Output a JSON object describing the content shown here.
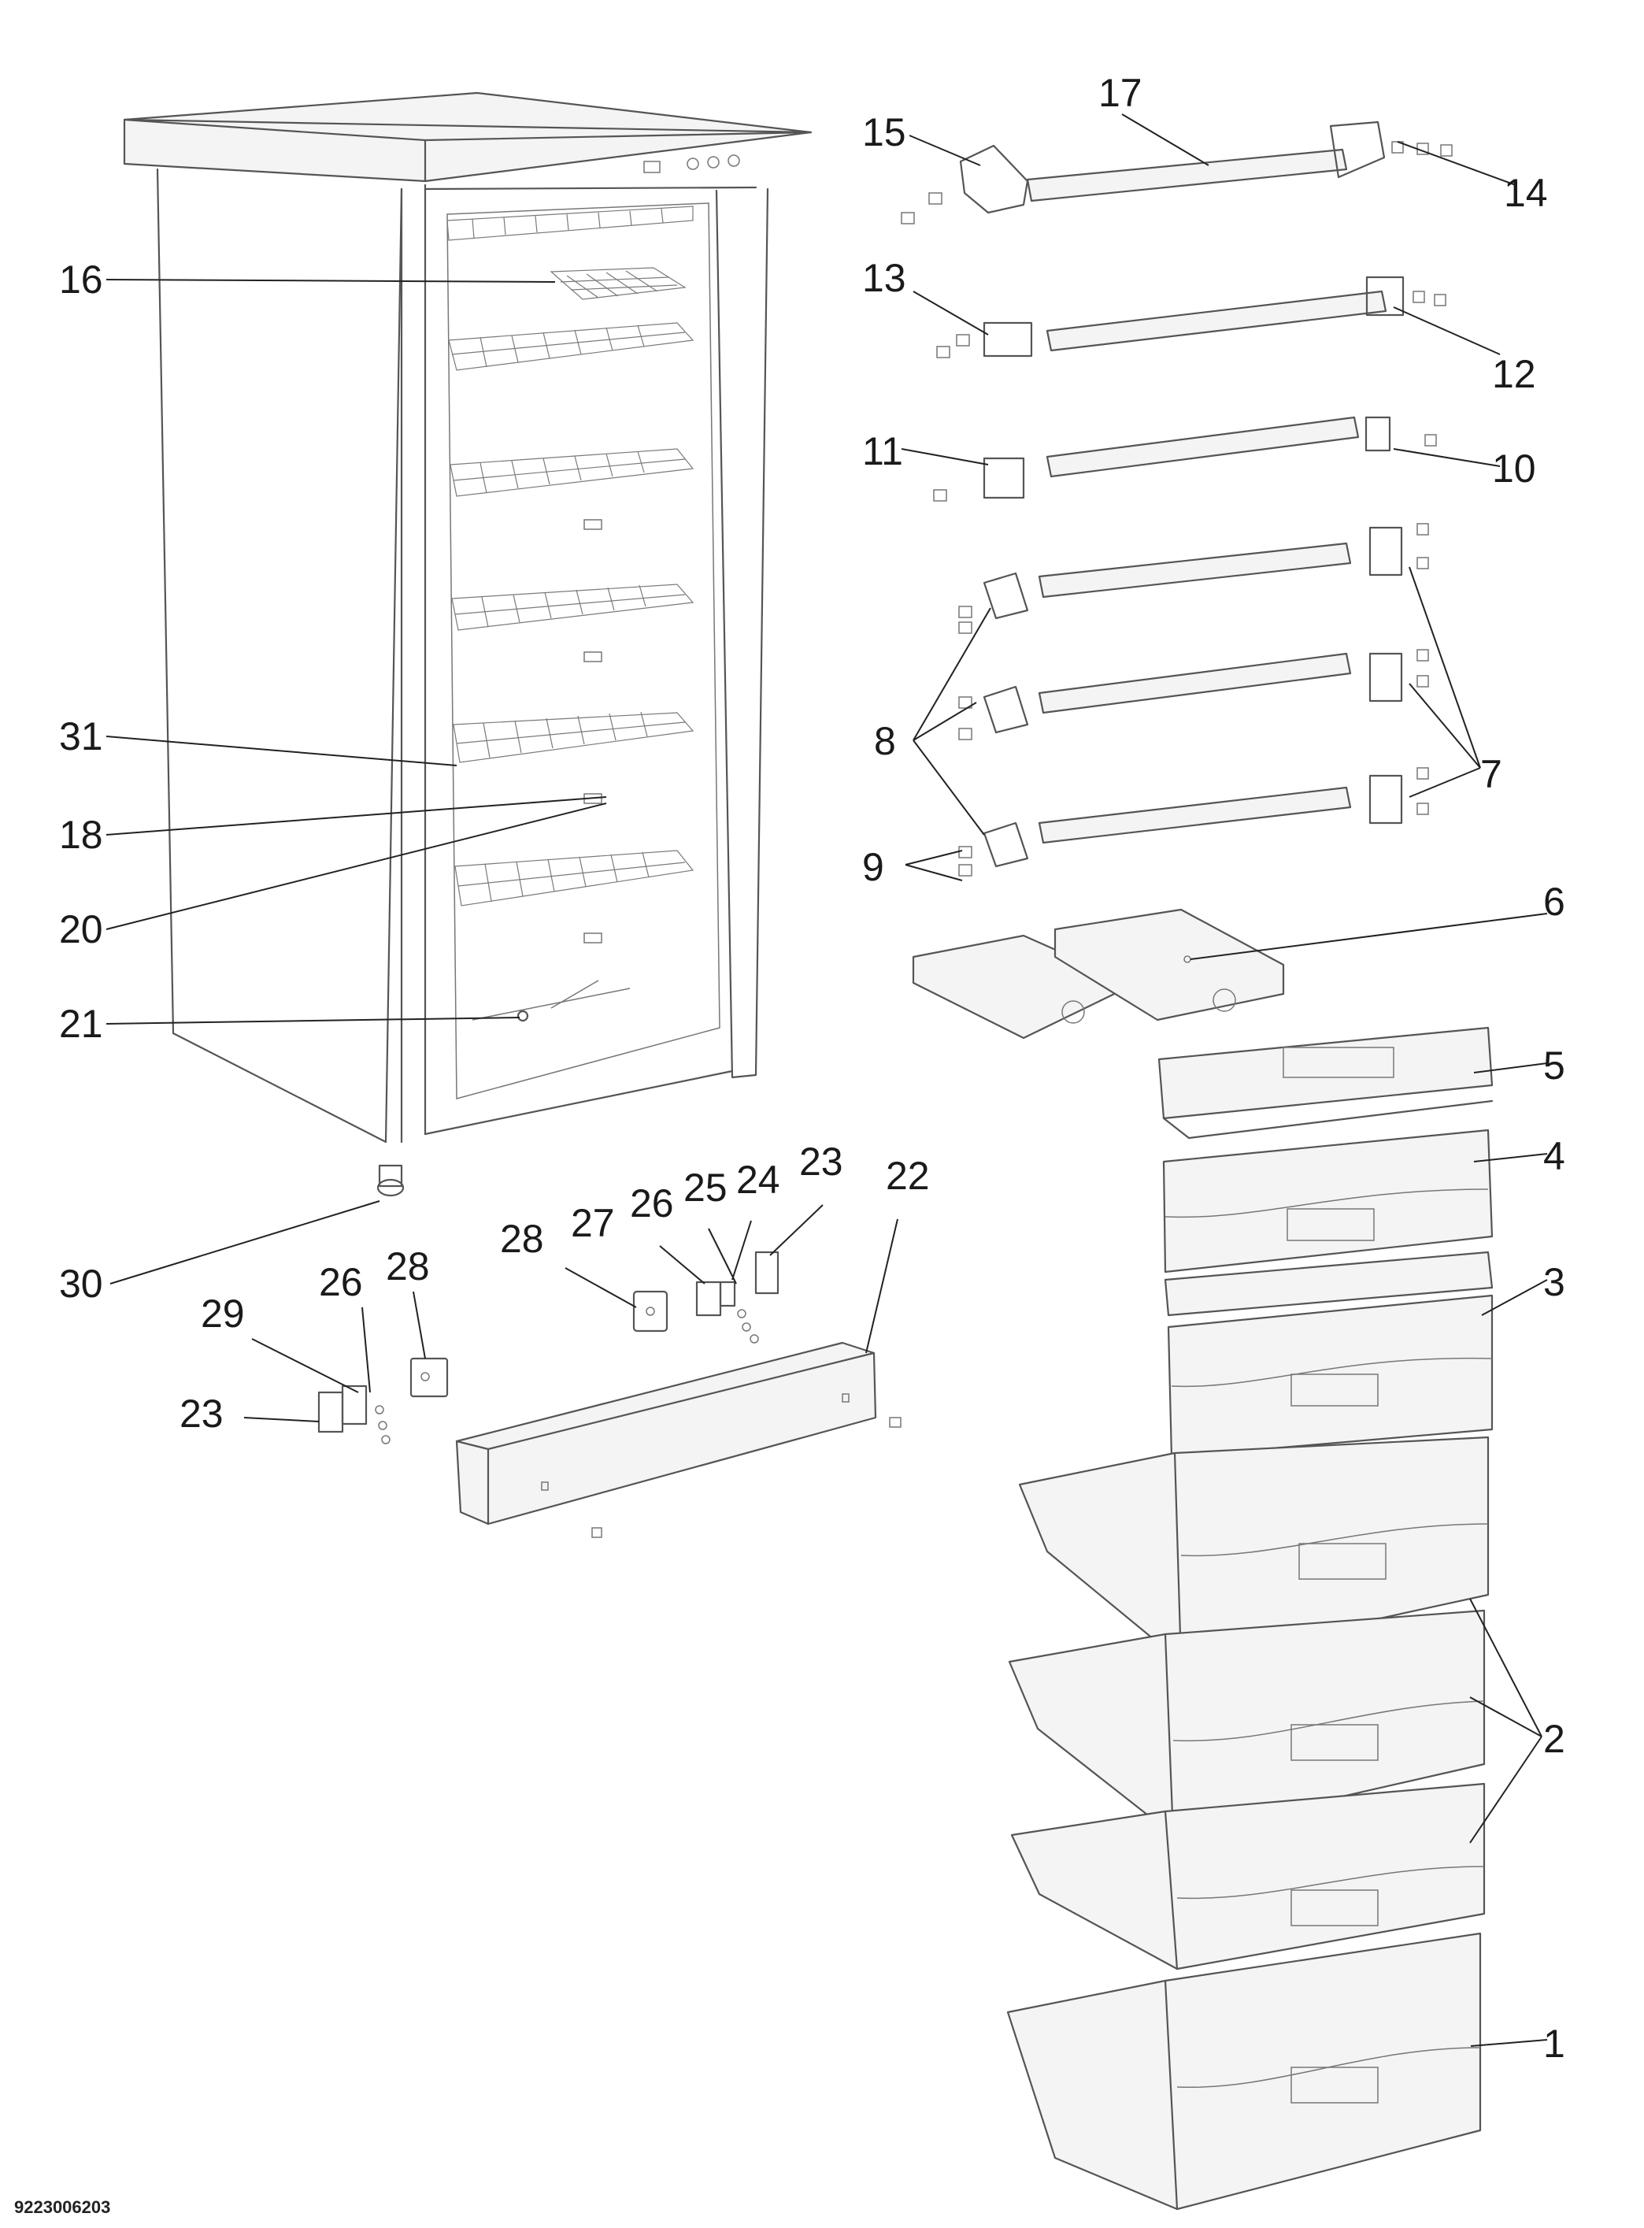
{
  "document_number": "9223006203",
  "callouts": {
    "c1": "1",
    "c2": "2",
    "c3": "3",
    "c4": "4",
    "c5": "5",
    "c6": "6",
    "c7": "7",
    "c8": "8",
    "c9": "9",
    "c10": "10",
    "c11": "11",
    "c12": "12",
    "c13": "13",
    "c14": "14",
    "c15": "15",
    "c16": "16",
    "c17": "17",
    "c18": "18",
    "c20": "20",
    "c21": "21",
    "c22": "22",
    "c23a": "23",
    "c23b": "23",
    "c24": "24",
    "c25": "25",
    "c26a": "26",
    "c26b": "26",
    "c27": "27",
    "c28a": "28",
    "c28b": "28",
    "c29": "29",
    "c30": "30",
    "c31": "31"
  }
}
